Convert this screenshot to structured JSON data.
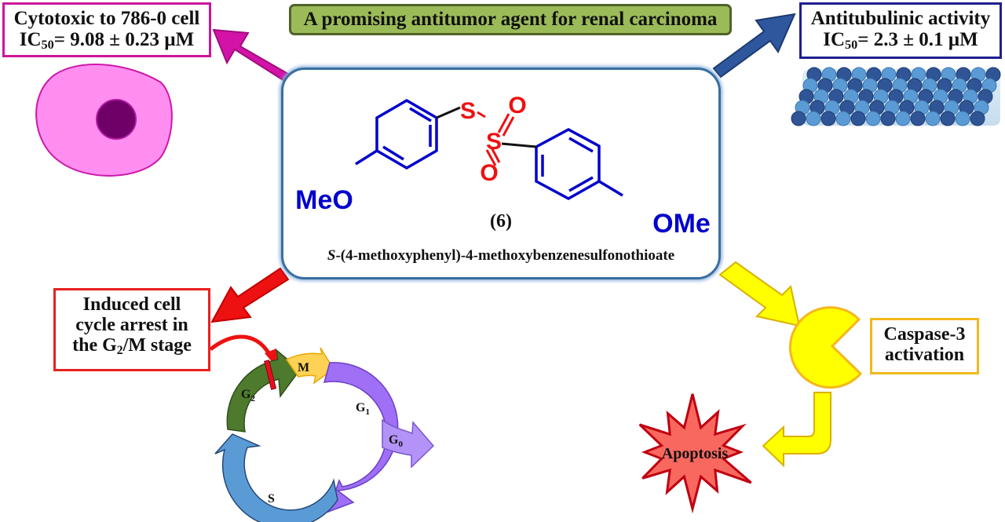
{
  "title": "A promising antitumor agent for renal carcinoma",
  "compound": {
    "number": "(6)",
    "name_prefix": "S",
    "name_rest": "-(4-methoxyphenyl)-4-methoxybenzenesulfonothioate",
    "atoms": {
      "s_thio": "S",
      "s_sulfonyl": "S",
      "o_top": "O",
      "o_bottom": "O",
      "left_group": "MeO",
      "right_group": "OMe"
    }
  },
  "cytotoxic": {
    "line1": "Cytotoxic to 786-0 cell",
    "ic_label": "IC",
    "ic_sub": "50",
    "ic_value": "= 9.08 ± 0.23 µM"
  },
  "antitubulin": {
    "line1": "Antitubulinic activity",
    "ic_label": "IC",
    "ic_sub": "50",
    "ic_value": "=  2.3 ± 0.1 µM"
  },
  "cell_cycle": {
    "line1": "Induced cell",
    "line2": "cycle arrest in",
    "line3_a": "the G",
    "line3_sub": "2",
    "line3_b": "/M stage",
    "phases": {
      "m": "M",
      "g1": "G",
      "g1_sub": "1",
      "g0": "G",
      "g0_sub": "0",
      "s": "S",
      "g2": "G",
      "g2_sub": "2"
    }
  },
  "caspase": {
    "line1": "Caspase-3",
    "line2": "activation"
  },
  "apoptosis": "Apoptosis",
  "colors": {
    "title_bg": "#9bbb59",
    "cytotoxic_accent": "#cc1599",
    "antitubulin_accent": "#1f1f8f",
    "cell_cycle_accent": "#e8201f",
    "caspase_accent": "#f4b81c",
    "molecule_blue": "#0000cc",
    "molecule_red": "#ee1111"
  }
}
